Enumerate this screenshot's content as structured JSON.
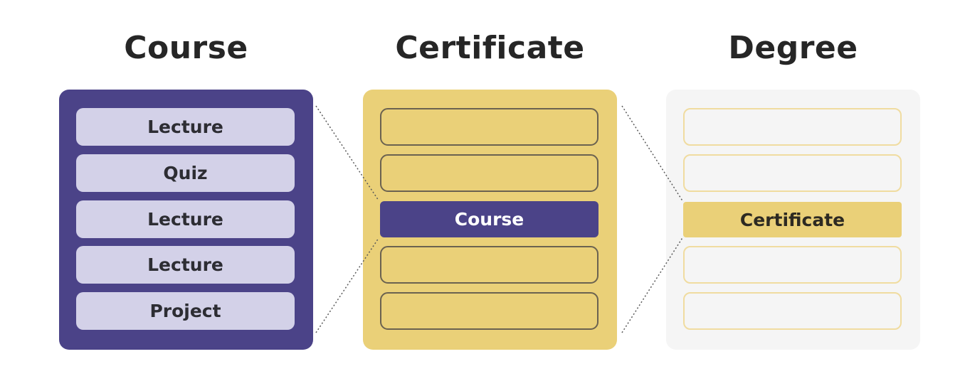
{
  "columns": {
    "course": {
      "title": "Course",
      "items": [
        "Lecture",
        "Quiz",
        "Lecture",
        "Lecture",
        "Project"
      ]
    },
    "certificate": {
      "title": "Certificate",
      "highlight_label": "Course",
      "highlight_index": 2,
      "slot_count": 5
    },
    "degree": {
      "title": "Degree",
      "highlight_label": "Certificate",
      "highlight_index": 2,
      "slot_count": 5
    }
  },
  "colors": {
    "purple": "#4b4388",
    "gold": "#ead078",
    "lavender": "#d3d1e8",
    "light_gray": "#f5f5f5",
    "title_text": "#262626"
  }
}
